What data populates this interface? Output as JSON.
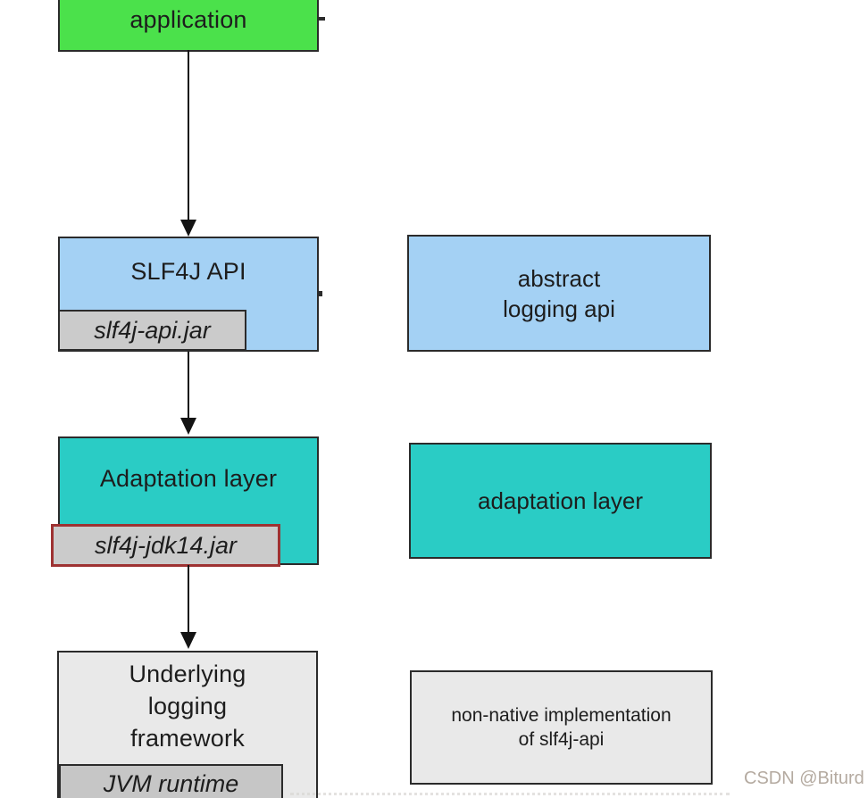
{
  "colors": {
    "green": "#4be14b",
    "blue": "#a4d1f4",
    "teal": "#2accc5",
    "light-gray": "#e9e9e9",
    "sub-gray": "#cbcbcb",
    "jvm-gray": "#c6c6c6",
    "border-dark": "#2b2b2b",
    "red-border": "#9e3232",
    "text": "#1d1d1d",
    "watermark": "#b4aaa0"
  },
  "flow": {
    "application": {
      "label": "application"
    },
    "slf4j_api": {
      "label": "SLF4J API",
      "jar_label": "slf4j-api.jar"
    },
    "adaptation_layer": {
      "label": "Adaptation layer",
      "jar_label": "slf4j-jdk14.jar"
    },
    "underlying_framework": {
      "lines": [
        "Underlying",
        "logging",
        "framework"
      ],
      "jar_label": "JVM runtime"
    }
  },
  "annotations": {
    "abstract_logging_api": {
      "lines": [
        "abstract",
        "logging api"
      ]
    },
    "adaptation_layer": {
      "label": "adaptation layer"
    },
    "non_native": {
      "lines": [
        "non-native implementation",
        "of slf4j-api"
      ]
    }
  },
  "watermark": {
    "label": "CSDN @Biturd"
  }
}
